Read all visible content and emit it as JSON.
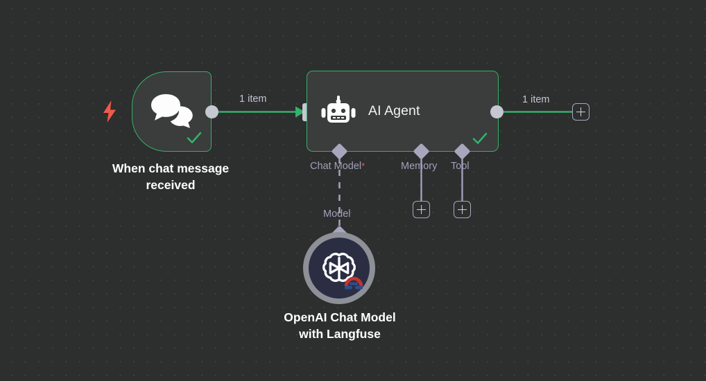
{
  "canvas": {
    "background_color": "#2d2e2e",
    "grid_dot_color": "#414141",
    "accent_success": "#34b16b",
    "accent_trigger": "#f05a4a",
    "port_color": "#c6c8d1",
    "sub_port_color": "#a6a7bd"
  },
  "nodes": {
    "trigger": {
      "title": "When chat message\nreceived",
      "icon": "chat-bubbles-icon",
      "trigger_icon": "lightning-bolt-icon",
      "status_icon": "success-check-icon",
      "border_color": "#34b16b"
    },
    "agent": {
      "title": "AI Agent",
      "icon": "robot-icon",
      "status_icon": "success-check-icon",
      "border_color": "#34b16b",
      "sub_ports": [
        {
          "label": "Chat Model",
          "required": true,
          "required_marker": "*"
        },
        {
          "label": "Memory",
          "required": false,
          "required_marker": ""
        },
        {
          "label": "Tool",
          "required": false,
          "required_marker": ""
        }
      ]
    },
    "openai": {
      "title": "OpenAI Chat Model\nwith Langfuse",
      "icon": "openai-logo-icon",
      "badge_icon": "langfuse-badge-icon",
      "fill_color": "#2b2e42",
      "ring_color": "#8e9097"
    }
  },
  "edges": {
    "trigger_to_agent": {
      "label": "1 item",
      "color": "#34b16b",
      "style": "solid"
    },
    "agent_to_plus": {
      "label": "1 item",
      "color": "#34b16b",
      "style": "solid"
    },
    "agent_to_model": {
      "label": "Model",
      "color": "#9fa1b8",
      "style": "dashed"
    },
    "memory_stub": {
      "label": "",
      "color": "#9fa1b8",
      "style": "solid"
    },
    "tool_stub": {
      "label": "",
      "color": "#9fa1b8",
      "style": "solid"
    }
  },
  "buttons": {
    "add_main": "+",
    "add_memory": "+",
    "add_tool": "+"
  }
}
